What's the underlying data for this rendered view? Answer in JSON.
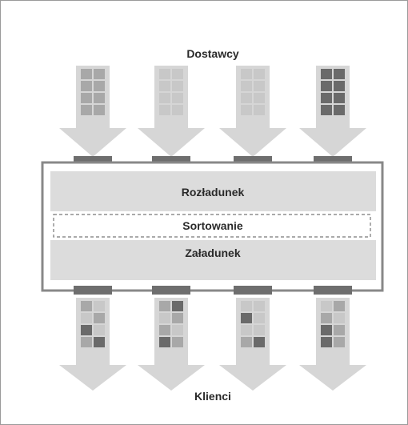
{
  "diagram": {
    "suppliers_label": "Dostawcy",
    "customers_label": "Klienci",
    "unloading_label": "Rozładunek",
    "sorting_label": "Sortowanie",
    "loading_label": "Załadunek"
  },
  "colors": {
    "frame": "#888888",
    "arrow_fill": "#d6d6d6",
    "band_fill": "#dcdcdc",
    "dock": "#6e6e6e",
    "shade_light": "#c8c8c8",
    "shade_mid": "#a8a8a8",
    "shade_dark": "#6a6a6a"
  },
  "inbound_arrows": [
    {
      "name": "supplier-arrow-1",
      "grid": [
        [
          2,
          2
        ],
        [
          2,
          2
        ],
        [
          2,
          2
        ],
        [
          2,
          2
        ]
      ]
    },
    {
      "name": "supplier-arrow-2",
      "grid": [
        [
          1,
          1
        ],
        [
          1,
          1
        ],
        [
          1,
          1
        ],
        [
          1,
          1
        ]
      ]
    },
    {
      "name": "supplier-arrow-3",
      "grid": [
        [
          1,
          1
        ],
        [
          1,
          1
        ],
        [
          1,
          1
        ],
        [
          1,
          1
        ]
      ]
    },
    {
      "name": "supplier-arrow-4",
      "grid": [
        [
          3,
          3
        ],
        [
          3,
          3
        ],
        [
          3,
          3
        ],
        [
          3,
          3
        ]
      ]
    }
  ],
  "outbound_arrows": [
    {
      "name": "customer-arrow-1",
      "grid": [
        [
          2,
          1
        ],
        [
          1,
          2
        ],
        [
          3,
          1
        ],
        [
          2,
          3
        ]
      ]
    },
    {
      "name": "customer-arrow-2",
      "grid": [
        [
          2,
          3
        ],
        [
          1,
          2
        ],
        [
          2,
          1
        ],
        [
          3,
          2
        ]
      ]
    },
    {
      "name": "customer-arrow-3",
      "grid": [
        [
          1,
          1
        ],
        [
          3,
          1
        ],
        [
          1,
          1
        ],
        [
          2,
          3
        ]
      ]
    },
    {
      "name": "customer-arrow-4",
      "grid": [
        [
          1,
          2
        ],
        [
          2,
          1
        ],
        [
          3,
          2
        ],
        [
          3,
          2
        ]
      ]
    }
  ]
}
